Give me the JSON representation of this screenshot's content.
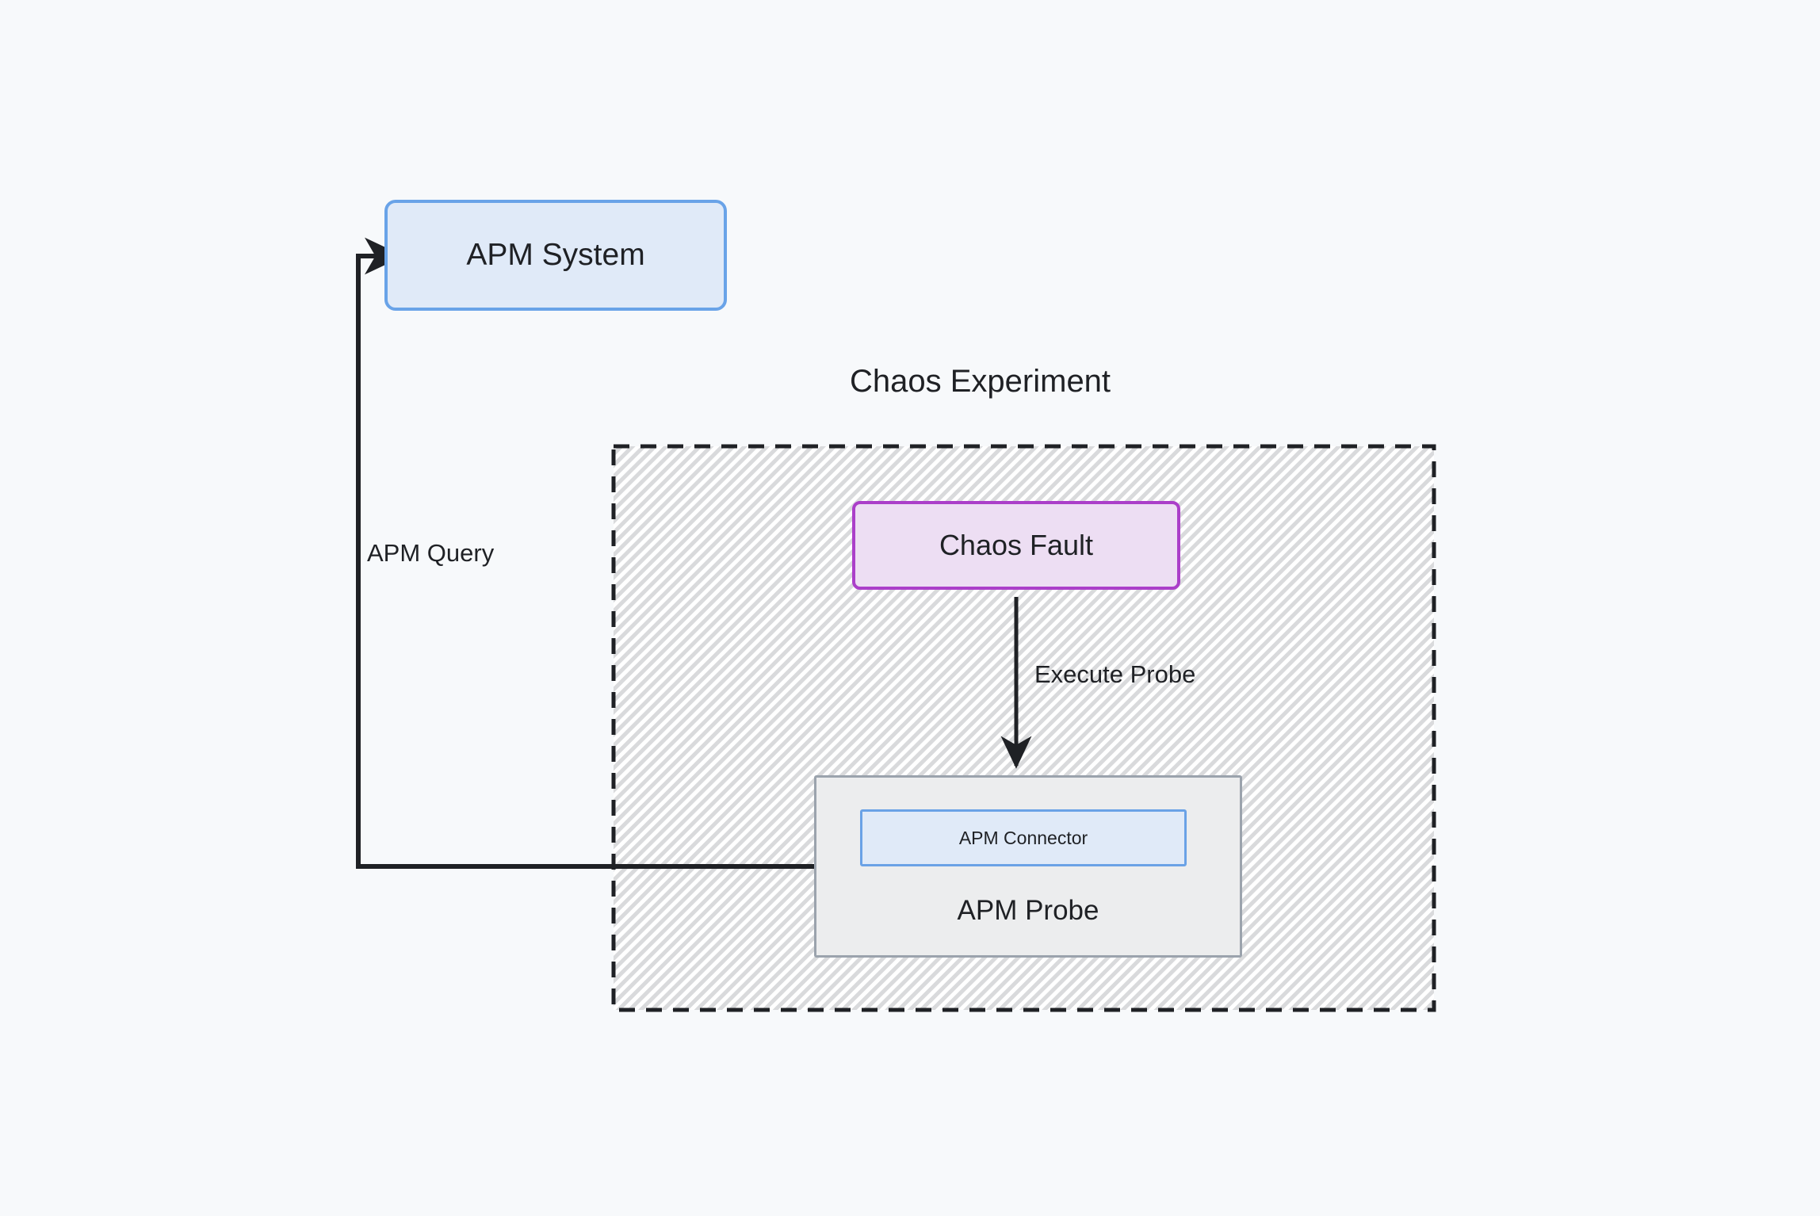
{
  "diagram": {
    "title": "Chaos Experiment",
    "background_color": "#f7f9fb",
    "line_color": "#1f2125"
  },
  "nodes": {
    "apm_system": {
      "label": "APM System",
      "fill": "#e0eaf8",
      "stroke": "#69a3e8"
    },
    "chaos_fault": {
      "label": "Chaos Fault",
      "fill": "#eddef3",
      "stroke": "#ab3fc9"
    },
    "apm_probe": {
      "label": "APM Probe",
      "fill": "#ecedee",
      "stroke": "#9ba3ad"
    },
    "apm_connector": {
      "label": "APM Connector",
      "fill": "#e0eaf8",
      "stroke": "#6aa2e6"
    }
  },
  "container": {
    "label": "Chaos Experiment",
    "border_style": "dashed",
    "border_color": "#1f2125",
    "fill_pattern": "diagonal-hatch",
    "fill_color": "#e6e7e8"
  },
  "edges": [
    {
      "id": "apm-query-edge",
      "label": "APM Query",
      "from": "apm_probe",
      "to": "apm_system",
      "arrowhead": "end"
    },
    {
      "id": "execute-probe-edge",
      "label": "Execute Probe",
      "from": "chaos_fault",
      "to": "apm_probe",
      "arrowhead": "end"
    }
  ]
}
